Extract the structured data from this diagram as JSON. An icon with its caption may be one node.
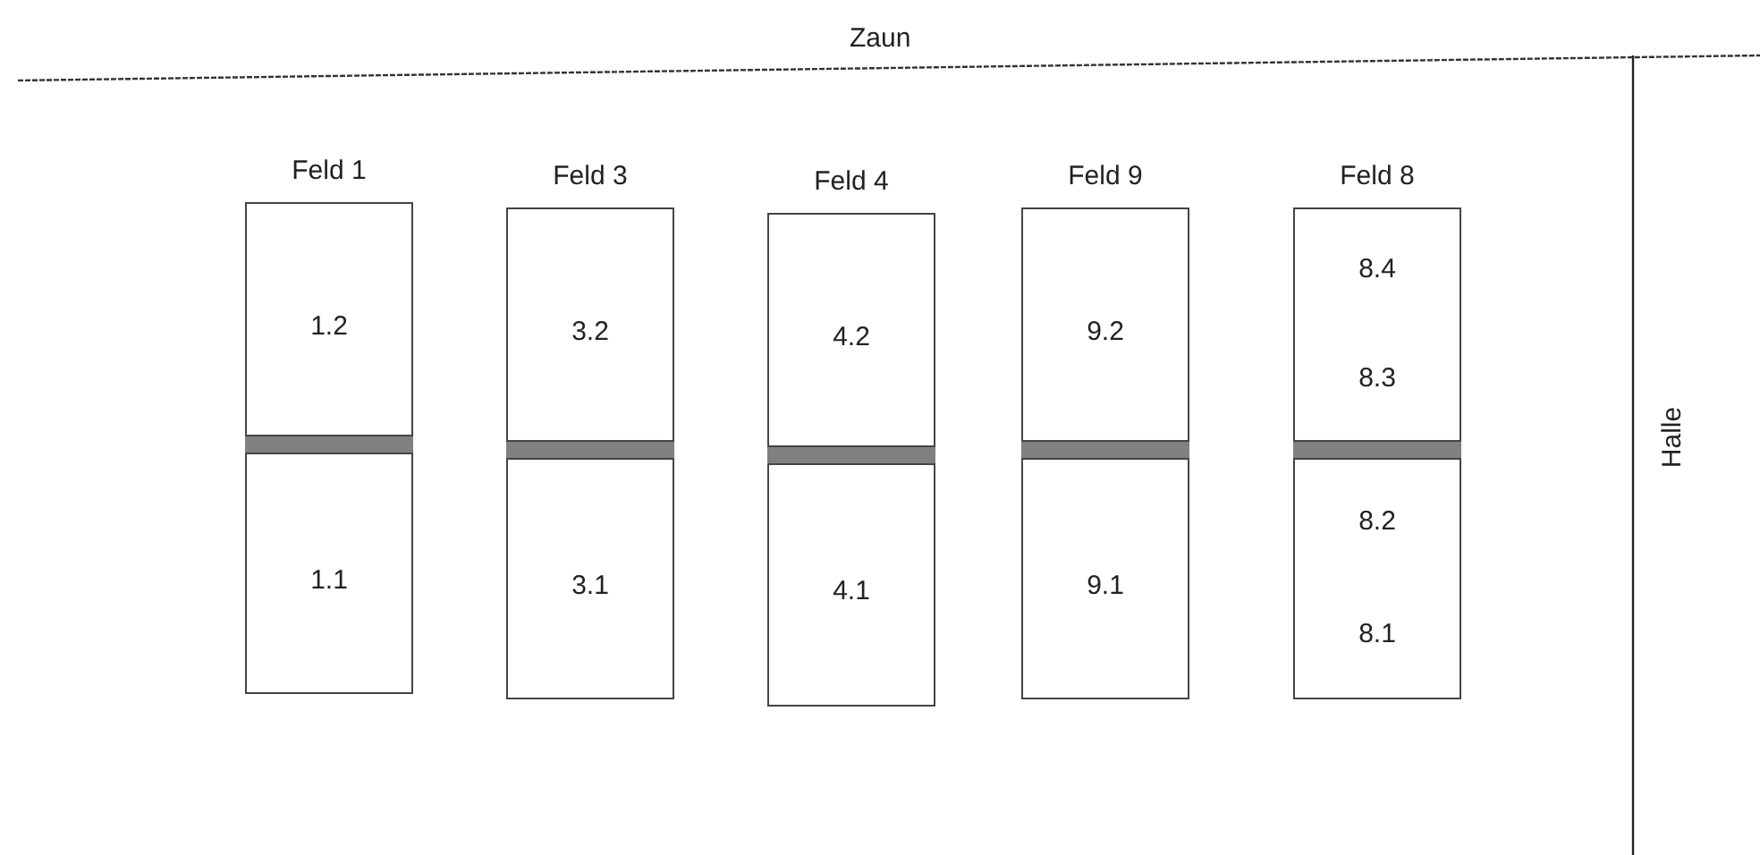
{
  "diagram": {
    "nodes": [
      {
        "text": [
          "Feld 1"
        ]
      },
      {
        "text": [
          "1.2"
        ],
        "in": 0
      },
      {
        "text": [
          "1.1"
        ],
        "in": 0
      },
      {
        "text": [
          "Feld 3"
        ]
      },
      {
        "text": [
          "3.2"
        ],
        "in": 3
      },
      {
        "text": [
          "3.1"
        ],
        "in": 3
      },
      {
        "text": [
          "Feld 4"
        ]
      },
      {
        "text": [
          "4.2"
        ],
        "in": 6
      },
      {
        "text": [
          "4.1"
        ],
        "in": 6
      },
      {
        "text": [
          "Feld 9"
        ]
      },
      {
        "text": [
          "9.2"
        ],
        "in": 9
      },
      {
        "text": [
          "9.1"
        ],
        "in": 9
      },
      {
        "text": [
          "Feld 8"
        ]
      },
      {
        "text": [
          "8.4",
          "8.3"
        ],
        "in": 12
      },
      {
        "text": [
          "8.2",
          "8.1"
        ],
        "in": 12
      }
    ],
    "labels": [
      "Zaun",
      "Halle"
    ]
  }
}
